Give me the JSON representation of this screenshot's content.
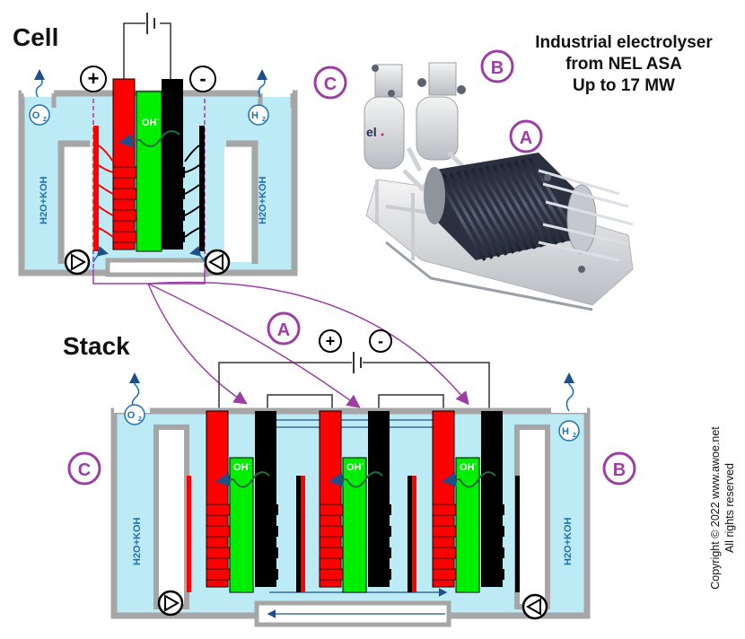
{
  "labels": {
    "cell": "Cell",
    "stack": "Stack",
    "plus": "+",
    "minus": "-",
    "oh": "OH",
    "oh_sup": "-",
    "electrolyte": "H2O+KOH",
    "o2": "O",
    "h2": "H",
    "gas_sub": "2",
    "marker_a": "A",
    "marker_b": "B",
    "marker_c": "C",
    "nel_logo": "el"
  },
  "title": {
    "line1": "Industrial electrolyser",
    "line2": "from NEL ASA",
    "line3": "Up to 17 MW"
  },
  "copyright": {
    "line1": "Copyright © 2022 www.awoe.net",
    "line2": "All rights reserved"
  },
  "colors": {
    "anode": "#ff0000",
    "cathode": "#000000",
    "membrane": "#00ee00",
    "electrolyte": "#bdebf5",
    "wall": "#a6a6a6",
    "marker": "#9b3fa3",
    "gas": "#1f6fb2"
  }
}
